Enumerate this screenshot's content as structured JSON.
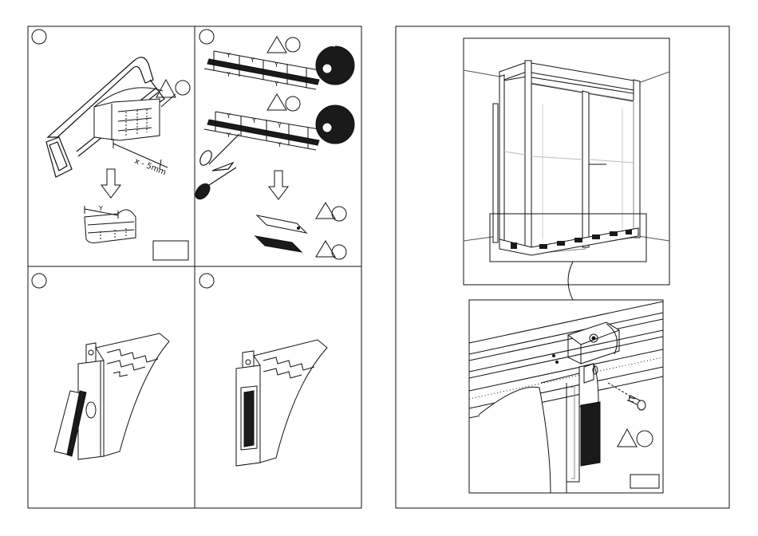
{
  "left_page": {
    "panel_1": {
      "cut_label": "x - 5mm",
      "dim_label": "Y"
    },
    "panel_2": {
      "tape_marks": [
        "Y",
        "Y",
        "Y",
        "Y",
        "Y",
        "Y",
        "Y",
        "Y",
        "Y",
        "Y"
      ]
    }
  },
  "colors": {
    "line": "#111111",
    "tape": "#1a1a1a",
    "background": "#ffffff"
  },
  "icons": [
    "hacksaw-icon",
    "scissors-icon",
    "tape-roll-icon",
    "arrow-down-icon",
    "warning-triangle-icon",
    "step-circle-icon"
  ]
}
